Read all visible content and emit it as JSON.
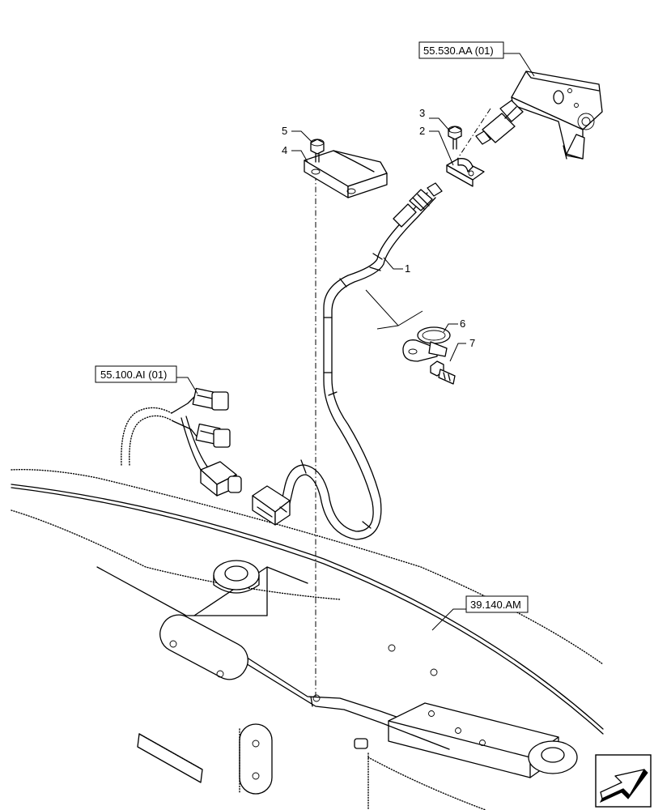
{
  "diagram": {
    "callouts": [
      {
        "id": "1",
        "label": "1"
      },
      {
        "id": "2",
        "label": "2"
      },
      {
        "id": "3",
        "label": "3"
      },
      {
        "id": "4",
        "label": "4"
      },
      {
        "id": "5",
        "label": "5"
      },
      {
        "id": "6",
        "label": "6"
      },
      {
        "id": "7",
        "label": "7"
      }
    ],
    "references": [
      {
        "id": "ref-55530",
        "label": "55.530.AA (01)"
      },
      {
        "id": "ref-55100",
        "label": "55.100.AI (01)"
      },
      {
        "id": "ref-39140",
        "label": "39.140.AM"
      }
    ],
    "nav_icon": "next-page-arrow-icon"
  }
}
